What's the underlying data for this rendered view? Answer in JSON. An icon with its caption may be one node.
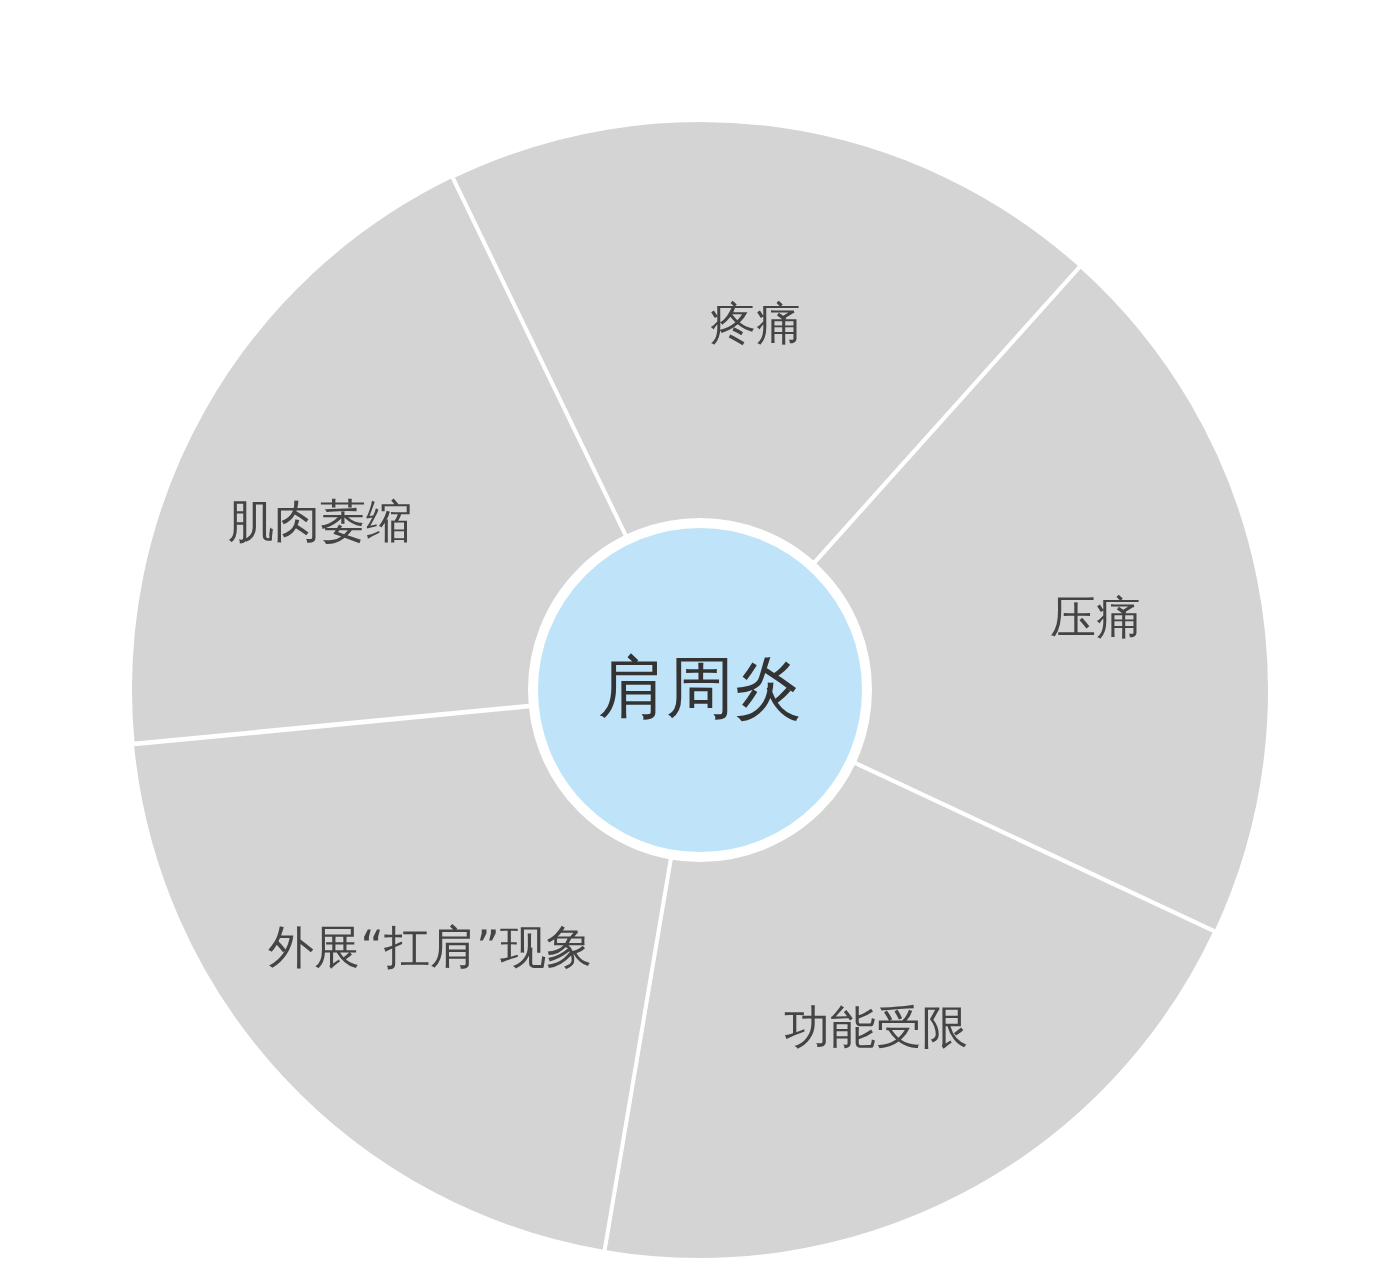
{
  "diagram": {
    "nodes": [
      {
        "text": [
          "肩周炎"
        ]
      },
      {
        "text": [
          "疼痛"
        ]
      },
      {
        "text": [
          "压痛"
        ]
      },
      {
        "text": [
          "功能受限"
        ]
      },
      {
        "text": [
          "外展“扛肩”现象"
        ]
      },
      {
        "text": [
          "肌肉萎缩"
        ]
      }
    ]
  }
}
